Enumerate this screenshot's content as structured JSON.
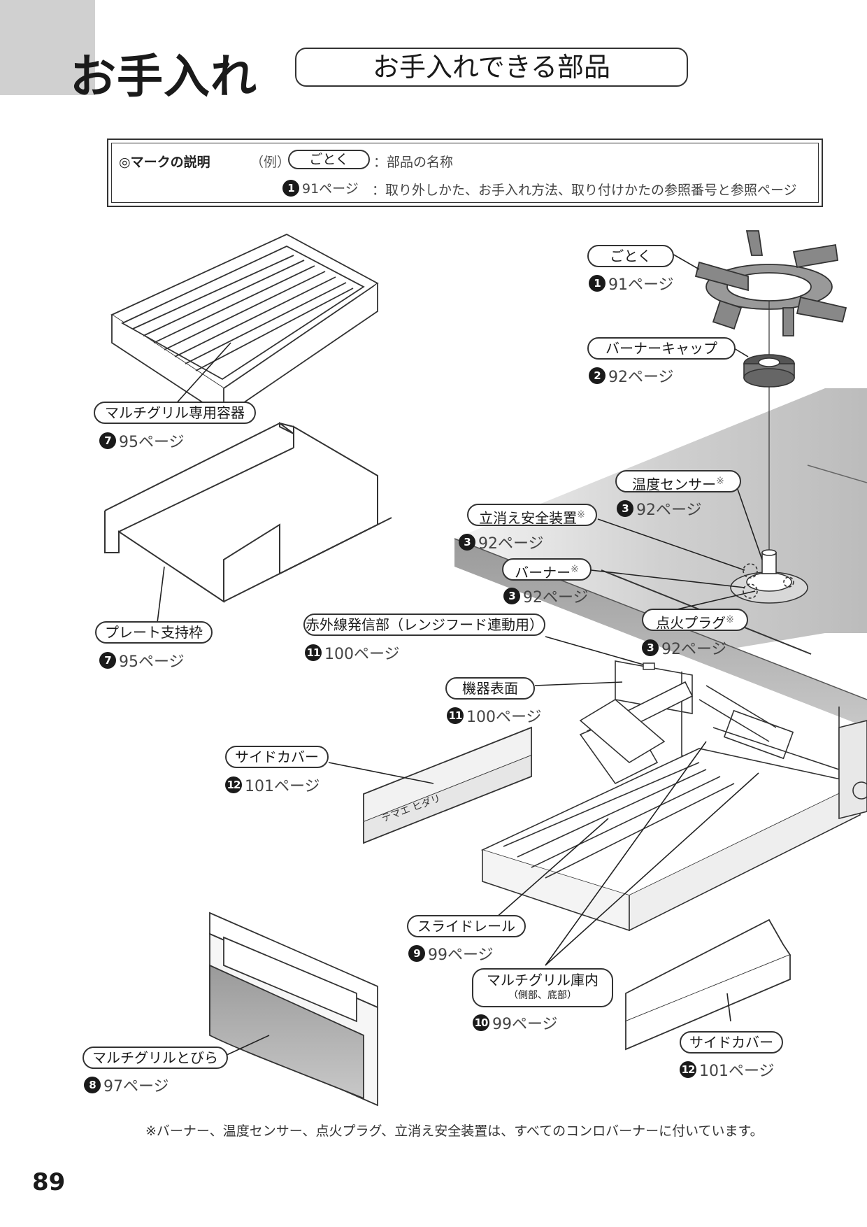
{
  "header": {
    "title": "お手入れ",
    "subtitle": "お手入れできる部品"
  },
  "legend": {
    "heading": "◎マークの説明",
    "example": "（例）",
    "sample_part": "ごとく",
    "sample_part_desc": "：部品の名称",
    "sample_ref_num": "1",
    "sample_ref_page": "91ページ",
    "sample_ref_desc": "：取り外しかた、お手入れ方法、取り付けかたの参照番号と参照ページ"
  },
  "parts": {
    "gotoku": {
      "name": "ごとく",
      "num": "1",
      "page": "91ページ"
    },
    "burner_cap": {
      "name": "バーナーキャップ",
      "num": "2",
      "page": "92ページ"
    },
    "temp_sensor": {
      "name": "温度センサー",
      "mark": "※",
      "num": "3",
      "page": "92ページ"
    },
    "flame_safety": {
      "name": "立消え安全装置",
      "mark": "※",
      "num": "3",
      "page": "92ページ"
    },
    "burner": {
      "name": "バーナー",
      "mark": "※",
      "num": "3",
      "page": "92ページ"
    },
    "ignition_plug": {
      "name": "点火プラグ",
      "mark": "※",
      "num": "3",
      "page": "92ページ"
    },
    "ir_sender": {
      "name": "赤外線発信部（レンジフード連動用）",
      "num": "11",
      "page": "100ページ"
    },
    "surface": {
      "name": "機器表面",
      "num": "11",
      "page": "100ページ"
    },
    "grill_container": {
      "name": "マルチグリル専用容器",
      "num": "7",
      "page": "95ページ"
    },
    "plate_frame": {
      "name": "プレート支持枠",
      "num": "7",
      "page": "95ページ"
    },
    "side_cover_left": {
      "name": "サイドカバー",
      "num": "12",
      "page": "101ページ"
    },
    "slide_rail": {
      "name": "スライドレール",
      "num": "9",
      "page": "99ページ"
    },
    "grill_inside": {
      "name": "マルチグリル庫内",
      "sub": "（側部、底部）",
      "num": "10",
      "page": "99ページ"
    },
    "grill_door": {
      "name": "マルチグリルとびら",
      "num": "8",
      "page": "97ページ"
    },
    "side_cover_right": {
      "name": "サイドカバー",
      "num": "12",
      "page": "101ページ"
    }
  },
  "illustration": {
    "side_cover_text": "テマエ ヒダリ"
  },
  "footnote": "※バーナー、温度センサー、点火プラグ、立消え安全装置は、すべてのコンロバーナーに付いています。",
  "page_number": "89"
}
